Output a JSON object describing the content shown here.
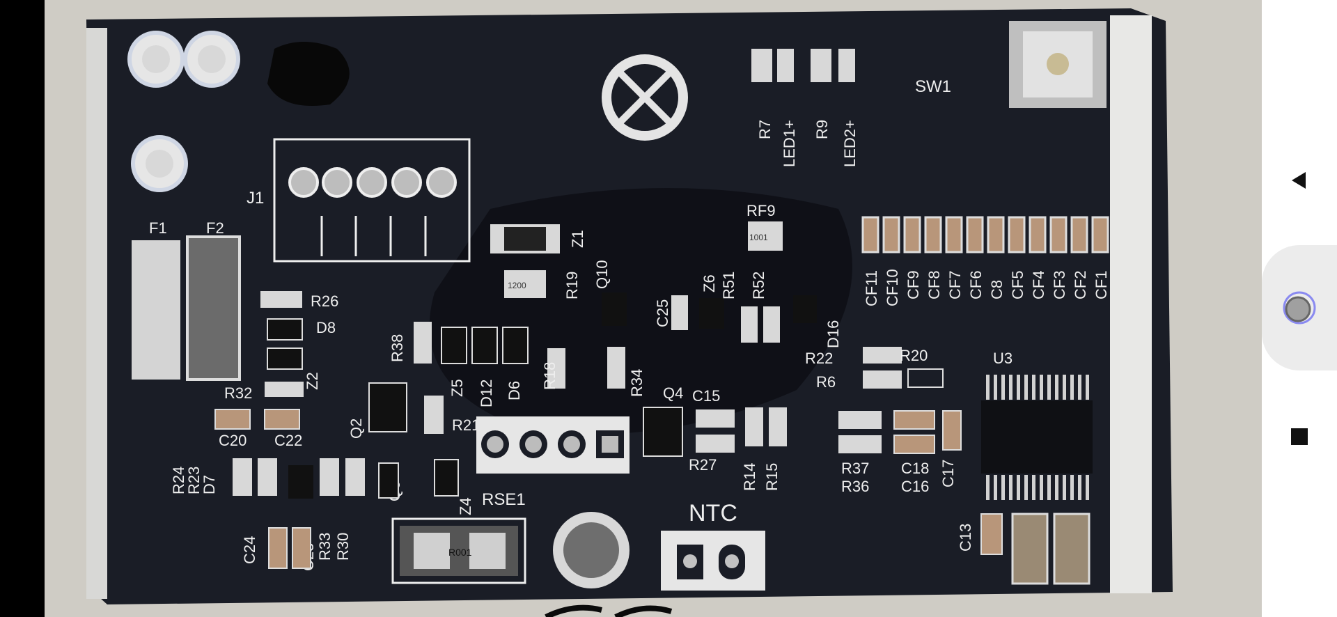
{
  "board": {
    "silkscreen": {
      "connector": "J1",
      "fuses": [
        "F1",
        "F2"
      ],
      "switch": "SW1",
      "leds": [
        "R7",
        "LED1+",
        "R9",
        "LED2+"
      ],
      "labels": {
        "rf9": "RF9",
        "z1": "Z1",
        "r19": "R19",
        "q10": "Q10",
        "c25": "C25",
        "z6": "Z6",
        "r51": "R51",
        "r52": "R52",
        "d16": "D16",
        "r26": "R26",
        "d8": "D8",
        "z2": "Z2",
        "r32": "R32",
        "c20": "C20",
        "c22": "C22",
        "r38": "R38",
        "z5": "Z5",
        "d12": "D12",
        "d6": "D6",
        "r18": "R18",
        "r34": "R34",
        "q2": "Q2",
        "r21": "R21",
        "q4": "Q4",
        "c15": "C15",
        "r27": "R27",
        "r14": "R14",
        "r15": "R15",
        "r22": "R22",
        "r6": "R6",
        "r20": "R20",
        "u3": "U3",
        "r37": "R37",
        "r36": "R36",
        "c18": "C18",
        "c16": "C16",
        "c17": "C17",
        "r24": "R24",
        "r23": "R23",
        "d7": "D7",
        "r33": "R33",
        "r30": "R30",
        "q6": "Q6",
        "z4": "Z4",
        "rse1": "RSE1",
        "c24": "C24",
        "c23": "C23",
        "ntc": "NTC",
        "c13": "C13"
      },
      "capacitor_row": [
        "CF11",
        "CF10",
        "CF9",
        "CF8",
        "CF7",
        "CF6",
        "C8",
        "CF5",
        "CF4",
        "CF3",
        "CF2",
        "CF1"
      ],
      "part_markings": {
        "r19": "1200",
        "rf9": "1001",
        "rse1": "R001"
      }
    },
    "colors": {
      "pcb": "#1a1d26",
      "silkscreen": "#eeeeee",
      "pad": "#c9c9c9",
      "background": "#cfccc5"
    }
  },
  "nav": {
    "back_icon": "back-triangle-icon",
    "home_icon": "home-circle-icon",
    "recent_icon": "recent-square-icon"
  }
}
